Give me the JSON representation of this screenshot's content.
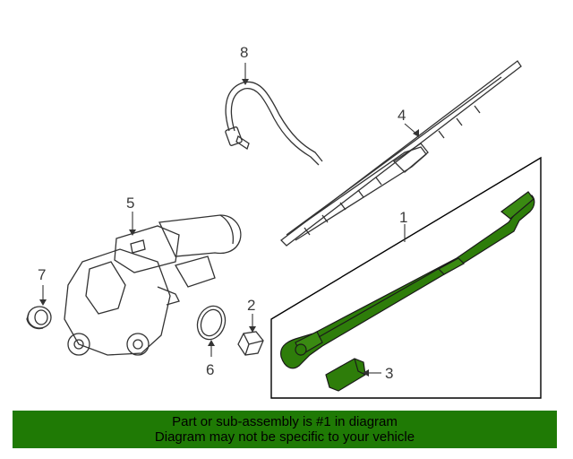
{
  "diagram": {
    "callouts": {
      "p1": "1",
      "p2": "2",
      "p3": "3",
      "p4": "4",
      "p5": "5",
      "p6": "6",
      "p7": "7",
      "p8": "8"
    },
    "highlight_color": "#2e7d0a"
  },
  "banner": {
    "line1": "Part or sub-assembly is #1 in diagram",
    "line2": "Diagram may not be specific to your vehicle",
    "background_color": "#1f7a05"
  }
}
